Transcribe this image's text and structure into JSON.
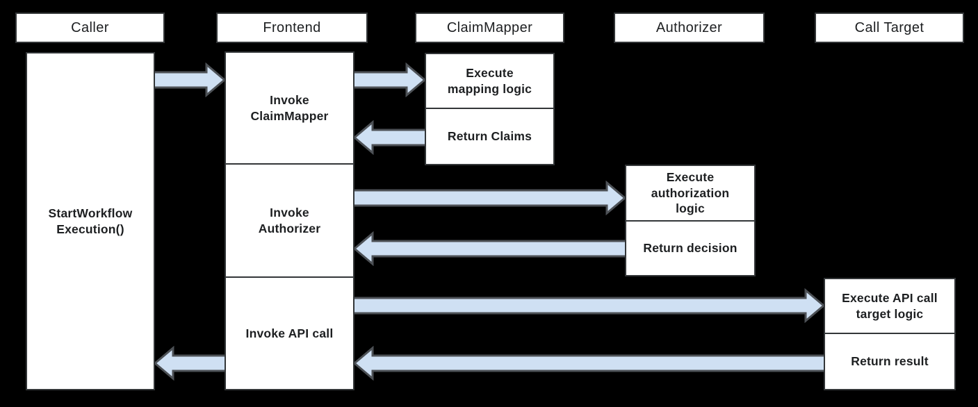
{
  "theme": {
    "background": "#000000",
    "box_fill": "#ffffff",
    "box_border": "#333638",
    "arrow_fill": "#cfe0f3",
    "arrow_stroke": "#4d5156",
    "text_color": "#1d1f21"
  },
  "headers": {
    "caller": "Caller",
    "frontend": "Frontend",
    "claim_mapper": "ClaimMapper",
    "authorizer": "Authorizer",
    "call_target": "Call Target"
  },
  "caller": {
    "start_workflow": "StartWorkflow\nExecution()"
  },
  "frontend": {
    "invoke_claim_mapper": "Invoke\nClaimMapper",
    "invoke_authorizer": "Invoke\nAuthorizer",
    "invoke_api_call": "Invoke API call"
  },
  "claim_mapper": {
    "execute": "Execute\nmapping logic",
    "return": "Return Claims"
  },
  "authorizer": {
    "execute": "Execute\nauthorization\nlogic",
    "return": "Return decision"
  },
  "call_target": {
    "execute": "Execute API call\ntarget logic",
    "return": "Return result"
  },
  "arrows": [
    {
      "from": "Caller",
      "to": "Frontend"
    },
    {
      "from": "Frontend",
      "to": "ClaimMapper"
    },
    {
      "from": "ClaimMapper",
      "to": "Frontend"
    },
    {
      "from": "Frontend",
      "to": "Authorizer"
    },
    {
      "from": "Authorizer",
      "to": "Frontend"
    },
    {
      "from": "Frontend",
      "to": "Call Target"
    },
    {
      "from": "Call Target",
      "to": "Frontend"
    },
    {
      "from": "Frontend",
      "to": "Caller"
    }
  ]
}
